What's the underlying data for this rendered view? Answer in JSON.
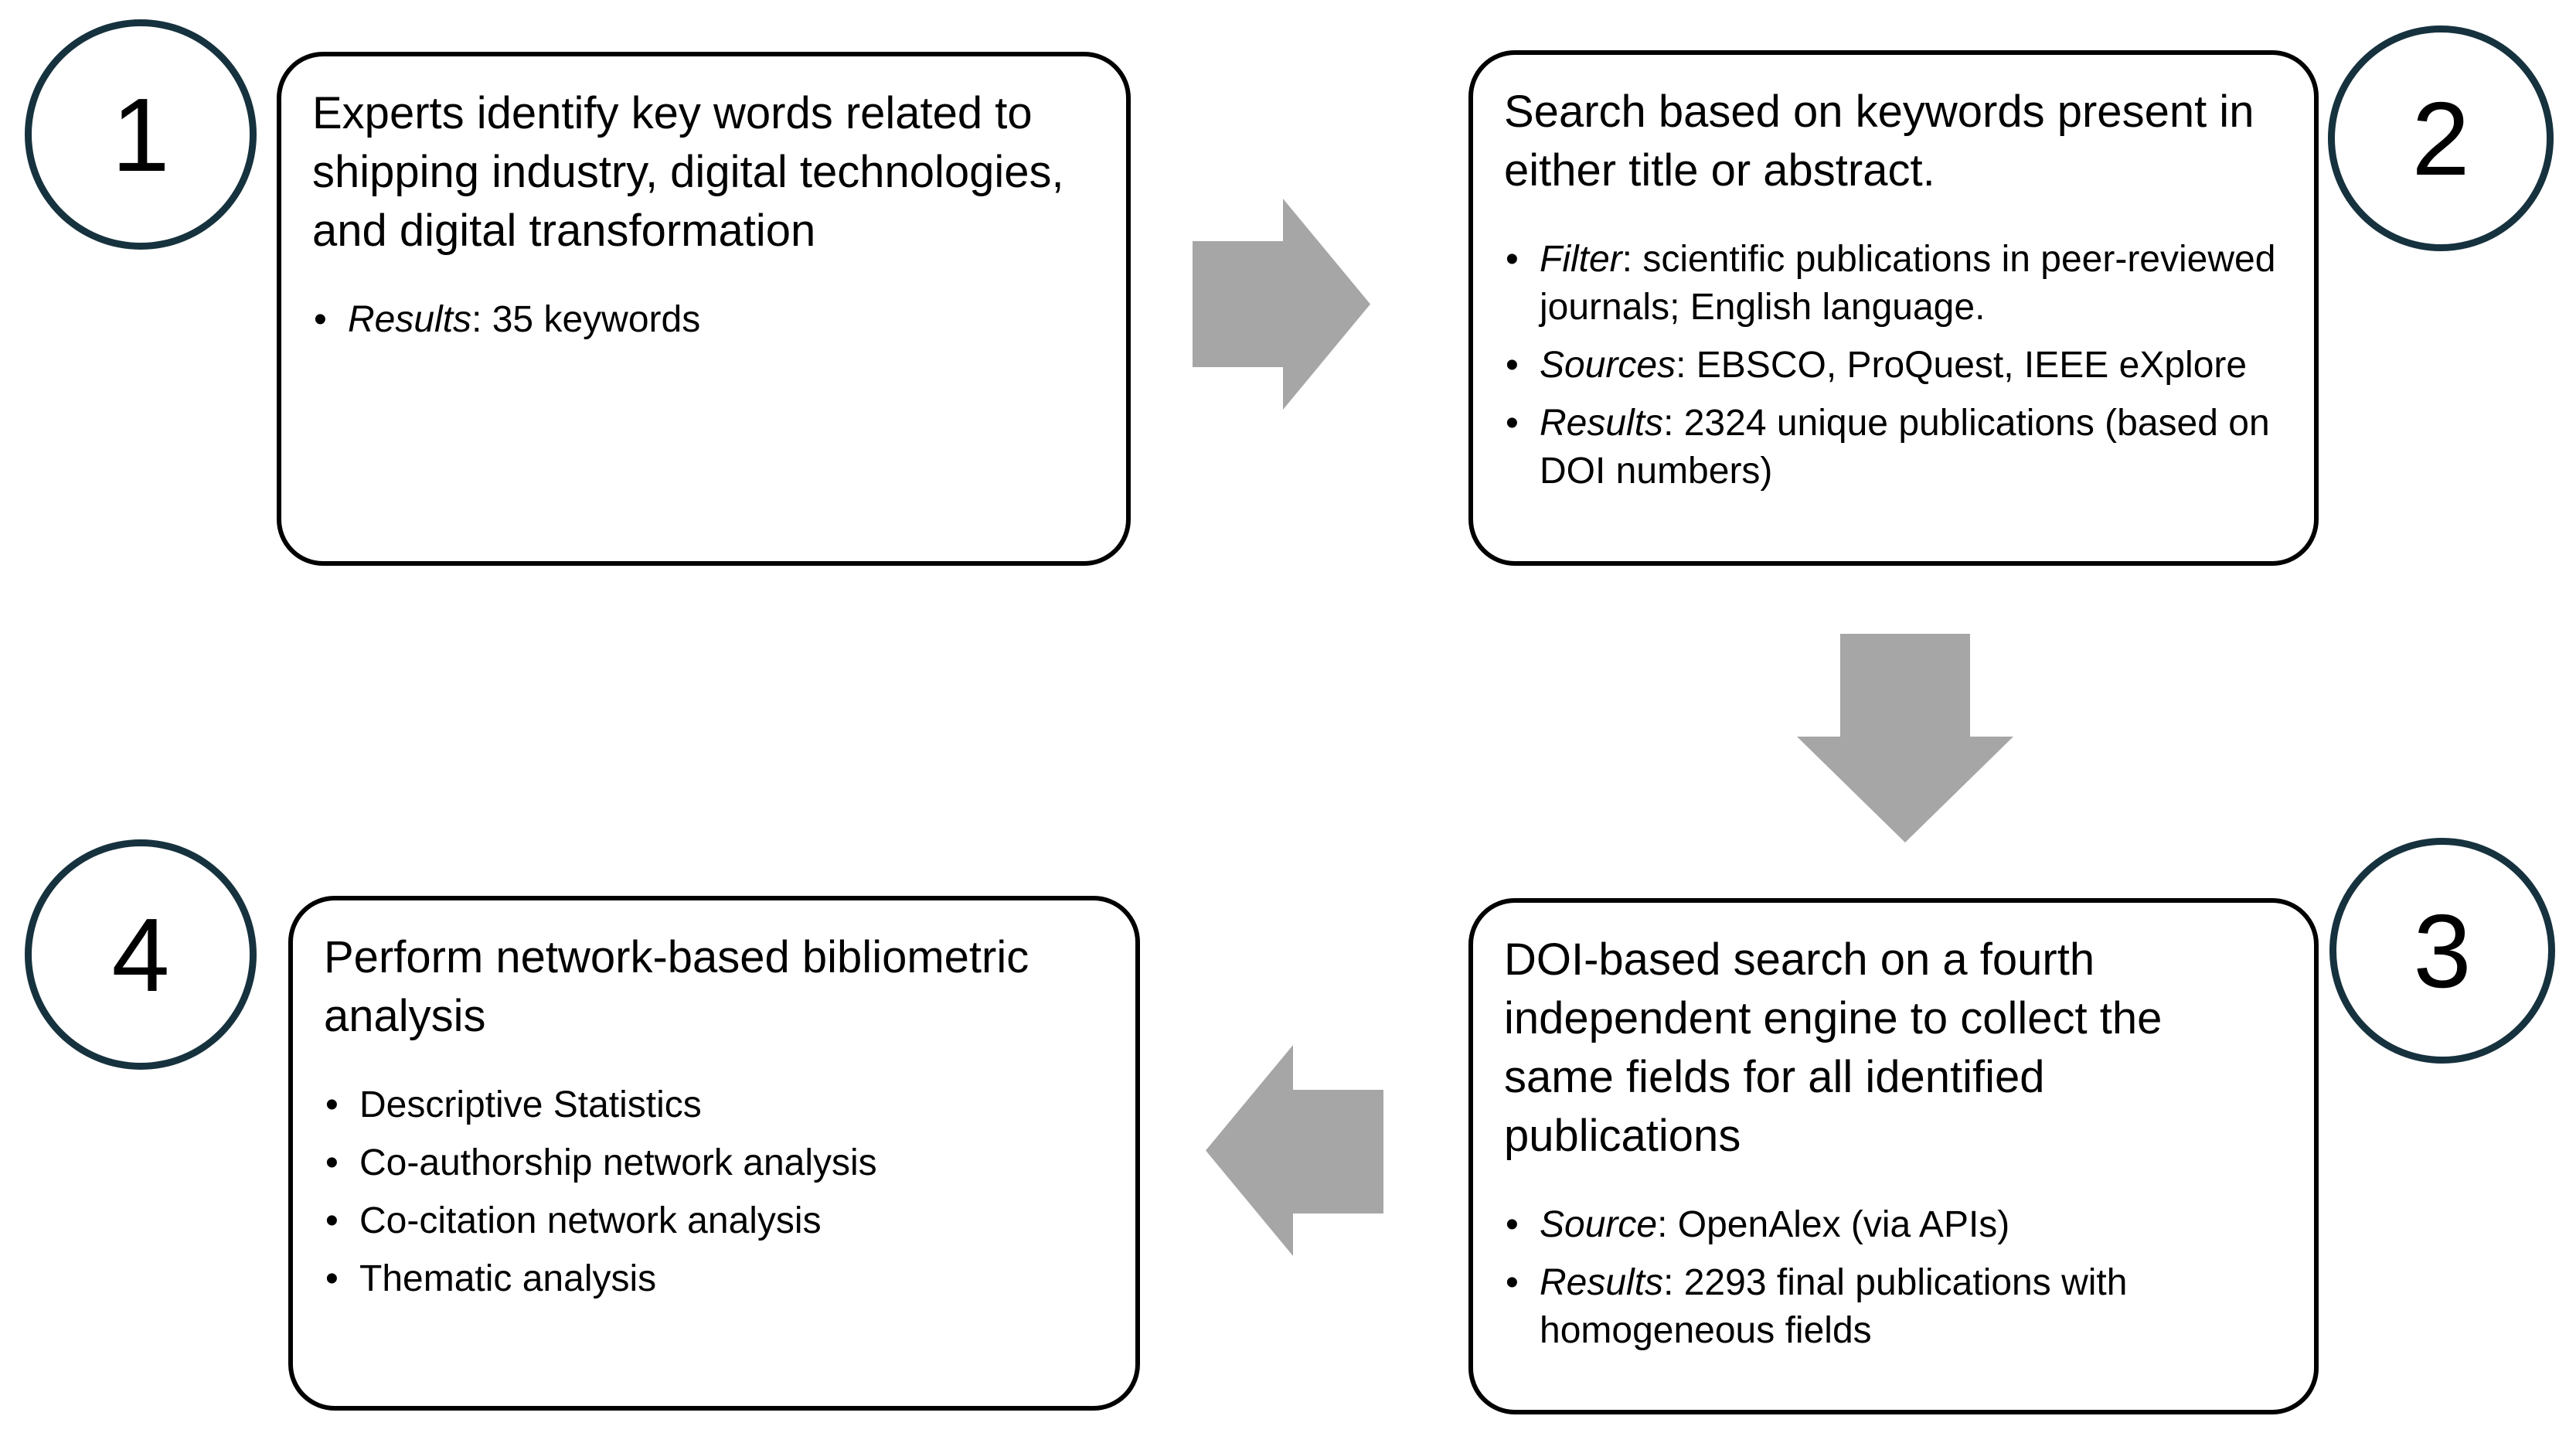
{
  "figure": {
    "type": "flowchart",
    "description": "Four-step bibliometric methodology process"
  },
  "colors": {
    "background": "#ffffff",
    "box_border": "#000000",
    "circle_stroke": "#16323e",
    "arrow_fill": "#a6a6a6",
    "text": "#000000"
  },
  "steps": [
    {
      "number": "1",
      "title": "Experts identify key words related to shipping industry, digital technologies, and digital transformation",
      "bullets": [
        {
          "label": "Results",
          "text": ": 35 keywords"
        }
      ]
    },
    {
      "number": "2",
      "title": "Search based on keywords present in either title or abstract.",
      "bullets": [
        {
          "label": "Filter",
          "text": ": scientific publications in peer-reviewed journals; English language."
        },
        {
          "label": "Sources",
          "text": ": EBSCO, ProQuest, IEEE eXplore"
        },
        {
          "label": "Results",
          "text": ": 2324 unique publications (based on DOI numbers)"
        }
      ]
    },
    {
      "number": "3",
      "title": "DOI-based search on a fourth independent engine to collect the same fields for all identified publications",
      "bullets": [
        {
          "label": "Source",
          "text": ": OpenAlex (via APIs)"
        },
        {
          "label": "Results",
          "text": ": 2293 final publications with homogeneous fields"
        }
      ]
    },
    {
      "number": "4",
      "title": "Perform network-based bibliometric analysis",
      "bullets": [
        {
          "label": "",
          "text": "Descriptive Statistics"
        },
        {
          "label": "",
          "text": "Co-authorship network analysis"
        },
        {
          "label": "",
          "text": "Co-citation network analysis"
        },
        {
          "label": "",
          "text": "Thematic analysis"
        }
      ]
    }
  ],
  "arrows": [
    {
      "name": "step1-to-step2",
      "direction": "right"
    },
    {
      "name": "step2-to-step3",
      "direction": "down"
    },
    {
      "name": "step3-to-step4",
      "direction": "left"
    }
  ]
}
